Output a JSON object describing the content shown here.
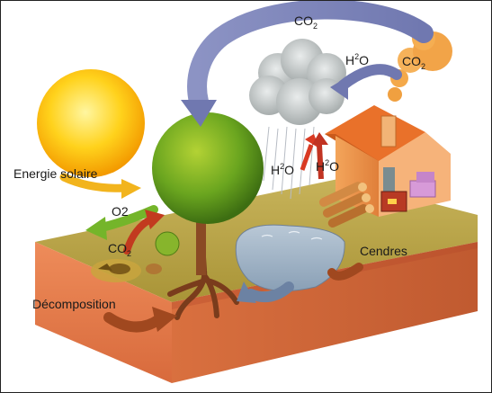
{
  "labels": {
    "solar_energy": "Energie solaire",
    "o2": "O2",
    "co2": "CO",
    "two": "2",
    "h": "H",
    "o": "O",
    "decomposition": "Décomposition",
    "ashes": "Cendres"
  }
}
